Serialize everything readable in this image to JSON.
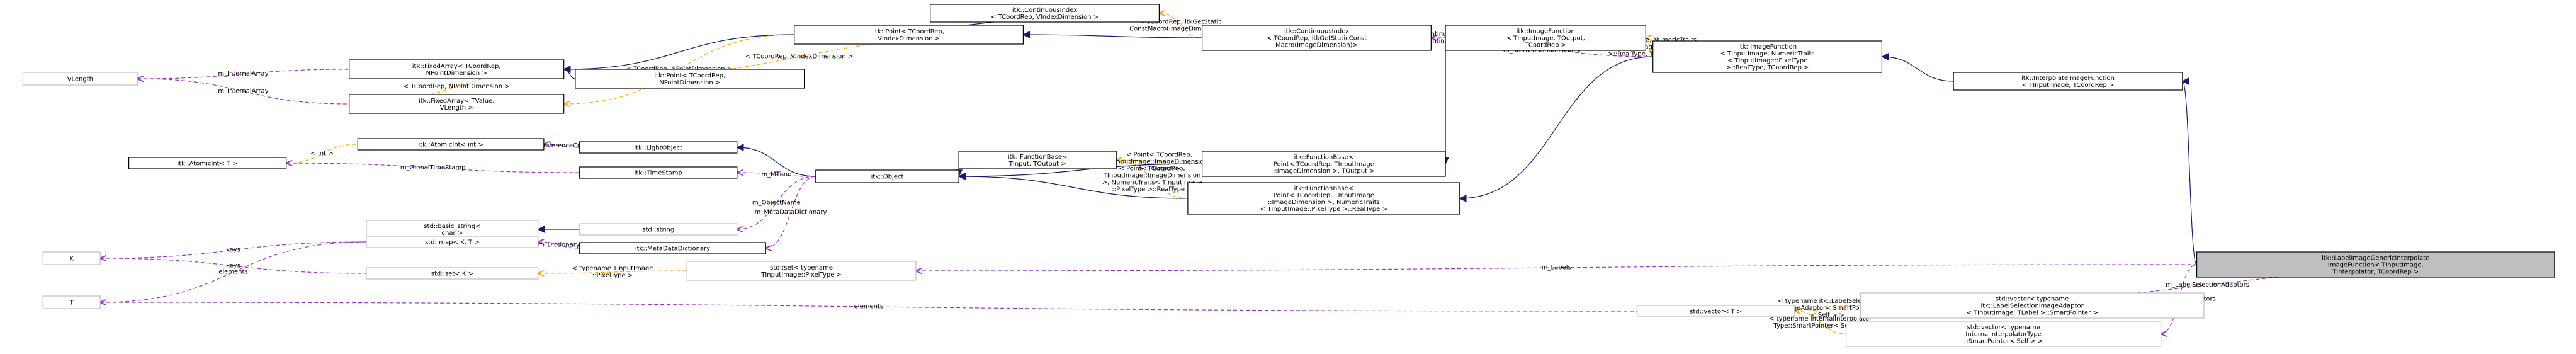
{
  "nodes": [
    {
      "id": "vlength",
      "lines": [
        "VLength"
      ],
      "style": "gray"
    },
    {
      "id": "fixedarray_tc",
      "lines": [
        "itk::FixedArray< TCoordRep,",
        " NPointDimension >"
      ],
      "style": "normal"
    },
    {
      "id": "fixedarray_tv",
      "lines": [
        "itk::FixedArray< TValue,",
        " VLength >"
      ],
      "style": "normal"
    },
    {
      "id": "point_tc_npd",
      "lines": [
        "itk::Point< TCoordRep,",
        " NPointDimension >"
      ],
      "style": "normal"
    },
    {
      "id": "point_tc_vid",
      "lines": [
        "itk::Point< TCoordRep,",
        " VIndexDimension >"
      ],
      "style": "normal"
    },
    {
      "id": "ci_tc_vid",
      "lines": [
        "itk::ContinuousIndex",
        "< TCoordRep, VIndexDimension >"
      ],
      "style": "normal"
    },
    {
      "id": "ci_static",
      "lines": [
        "itk::ContinuousIndex",
        "< TCoordRep, itkGetStaticConst",
        "Macro(ImageDimension)>"
      ],
      "style": "normal"
    },
    {
      "id": "imagefunction_base",
      "lines": [
        "itk::ImageFunction",
        "< TInputImage, TOutput,",
        " TCoordRep >"
      ],
      "style": "normal"
    },
    {
      "id": "imagefunction_nt",
      "lines": [
        "itk::ImageFunction",
        "< TInputImage, NumericTraits",
        "< TInputImage::PixelType",
        " >::RealType, TCoordRep >"
      ],
      "style": "normal"
    },
    {
      "id": "interpolate",
      "lines": [
        "itk::InterpolateImageFunction",
        "< TInputImage, TCoordRep >"
      ],
      "style": "normal"
    },
    {
      "id": "atomicint_int",
      "lines": [
        "itk::AtomicInt< int >"
      ],
      "style": "normal"
    },
    {
      "id": "atomicint_t",
      "lines": [
        "itk::AtomicInt< T >"
      ],
      "style": "normal"
    },
    {
      "id": "lightobject",
      "lines": [
        "itk::LightObject"
      ],
      "style": "normal"
    },
    {
      "id": "timestamp",
      "lines": [
        "itk::TimeStamp"
      ],
      "style": "normal"
    },
    {
      "id": "basic_string",
      "lines": [
        "std::basic_string<",
        " char >"
      ],
      "style": "gray"
    },
    {
      "id": "string",
      "lines": [
        "std::string"
      ],
      "style": "gray"
    },
    {
      "id": "object",
      "lines": [
        "itk::Object"
      ],
      "style": "normal"
    },
    {
      "id": "functionbase_tin",
      "lines": [
        "itk::FunctionBase<",
        " TInput, TOutput >"
      ],
      "style": "normal"
    },
    {
      "id": "functionbase_point_out",
      "lines": [
        "itk::FunctionBase<",
        " Point< TCoordRep, TInputImage",
        "::ImageDimension >, TOutput >"
      ],
      "style": "normal"
    },
    {
      "id": "functionbase_point_nt",
      "lines": [
        "itk::FunctionBase<",
        " Point< TCoordRep, TInputImage",
        "::ImageDimension >, NumericTraits",
        "< TInputImage::PixelType >::RealType >"
      ],
      "style": "normal"
    },
    {
      "id": "k",
      "lines": [
        "K"
      ],
      "style": "gray"
    },
    {
      "id": "map",
      "lines": [
        "std::map< K, T >"
      ],
      "style": "gray"
    },
    {
      "id": "metadatadict",
      "lines": [
        "itk::MetaDataDictionary"
      ],
      "style": "normal"
    },
    {
      "id": "set_k",
      "lines": [
        "std::set< K >"
      ],
      "style": "gray"
    },
    {
      "id": "set_pixel",
      "lines": [
        "std::set< typename",
        " TInputImage::PixelType >"
      ],
      "style": "gray"
    },
    {
      "id": "t",
      "lines": [
        "T"
      ],
      "style": "gray"
    },
    {
      "id": "vector_t",
      "lines": [
        "std::vector< T >"
      ],
      "style": "gray"
    },
    {
      "id": "vector_adaptor",
      "lines": [
        "std::vector< typename",
        " itk::LabelSelectionImageAdaptor",
        "< TInputImage, TLabel >::SmartPointer >"
      ],
      "style": "gray"
    },
    {
      "id": "vector_interp",
      "lines": [
        "std::vector< typename",
        " InternalInterpolatorType",
        "::SmartPointer< Self > >"
      ],
      "style": "gray"
    },
    {
      "id": "label_generic",
      "lines": [
        "itk::LabelImageGenericInterpolate",
        "ImageFunction< TInputImage,",
        " TInterpolator, TCoordRep >"
      ],
      "style": "focus"
    }
  ],
  "edges": [
    {
      "id": "e_vlen_fixed",
      "from": "vlength",
      "to": "fixedarray_tc",
      "kind": "usage",
      "labels": [
        "m_InternalArray"
      ]
    },
    {
      "id": "e_vlen_fixedtv",
      "from": "vlength",
      "to": "fixedarray_tv",
      "kind": "usage",
      "labels": [
        "m_InternalArray"
      ]
    },
    {
      "id": "e_fixedtv_fixedtc",
      "from": "fixedarray_tv",
      "to": "fixedarray_tc",
      "kind": "template",
      "labels": [
        "< TCoordRep, NPointDimension >"
      ]
    },
    {
      "id": "e_fixedtv_pointvid",
      "from": "fixedarray_tv",
      "to": "point_tc_vid",
      "kind": "template",
      "labels": [
        "< TCoordRep, NPointDimension >"
      ]
    },
    {
      "id": "e_fixed_point_npd",
      "from": "fixedarray_tc",
      "to": "point_tc_npd",
      "kind": "inherit",
      "labels": []
    },
    {
      "id": "e_pointnpd_pointvid",
      "from": "point_tc_npd",
      "to": "point_tc_vid",
      "kind": "template",
      "labels": [
        "< TCoordRep, VIndexDimension >"
      ]
    },
    {
      "id": "e_fixed_pointvid",
      "from": "fixedarray_tc",
      "to": "point_tc_vid",
      "kind": "inherit",
      "labels": []
    },
    {
      "id": "e_pointvid_civid",
      "from": "point_tc_vid",
      "to": "ci_tc_vid",
      "kind": "inherit",
      "labels": []
    },
    {
      "id": "e_civid_cistatic",
      "from": "ci_tc_vid",
      "to": "ci_static",
      "kind": "template",
      "labels": [
        "< TCoordRep, itkGetStatic",
        "ConstMacro(ImageDimension) >"
      ]
    },
    {
      "id": "e_pointvid_cistatic",
      "from": "point_tc_vid",
      "to": "ci_static",
      "kind": "inherit",
      "labels": []
    },
    {
      "id": "e_cistatic_imgfunc",
      "from": "ci_static",
      "to": "imagefunction_base",
      "kind": "usage",
      "labels": [
        "m_EndContinuousIndex",
        "m_StartContinuousIndex"
      ]
    },
    {
      "id": "e_imgfunc_nt",
      "from": "imagefunction_base",
      "to": "imagefunction_nt",
      "kind": "template",
      "labels": [
        "< TInputImage, NumericTraits",
        "< TInputImage::PixelType",
        " >::RealType, TCoordRep >"
      ]
    },
    {
      "id": "e_cistatic_nt",
      "from": "ci_static",
      "to": "imagefunction_nt",
      "kind": "usage",
      "labels": [
        "m_EndContinuousIndex",
        "m_StartContinuousIndex"
      ]
    },
    {
      "id": "e_nt_interp",
      "from": "imagefunction_nt",
      "to": "interpolate",
      "kind": "inherit",
      "labels": []
    },
    {
      "id": "e_interp_label",
      "from": "interpolate",
      "to": "label_generic",
      "kind": "inherit",
      "labels": []
    },
    {
      "id": "e_atomicint_light",
      "from": "atomicint_int",
      "to": "lightobject",
      "kind": "usage",
      "labels": [
        "m_ReferenceCount"
      ]
    },
    {
      "id": "e_atomict_atomicint",
      "from": "atomicint_t",
      "to": "atomicint_int",
      "kind": "template",
      "labels": [
        "< int >"
      ]
    },
    {
      "id": "e_atomict_timestamp",
      "from": "atomicint_t",
      "to": "timestamp",
      "kind": "usage",
      "labels": [
        "m_GlobalTimeStamp"
      ]
    },
    {
      "id": "e_light_object",
      "from": "lightobject",
      "to": "object",
      "kind": "inherit",
      "labels": []
    },
    {
      "id": "e_timestamp_object",
      "from": "timestamp",
      "to": "object",
      "kind": "usage",
      "labels": [
        "m_MTime"
      ]
    },
    {
      "id": "e_basicstr_string",
      "from": "basic_string",
      "to": "string",
      "kind": "inherit",
      "labels": []
    },
    {
      "id": "e_string_object",
      "from": "string",
      "to": "object",
      "kind": "usage",
      "labels": [
        "m_ObjectName"
      ]
    },
    {
      "id": "e_metadata_object",
      "from": "metadatadict",
      "to": "object",
      "kind": "usage",
      "labels": [
        "m_MetaDataDictionary"
      ]
    },
    {
      "id": "e_object_fbtin",
      "from": "object",
      "to": "functionbase_tin",
      "kind": "inherit",
      "labels": []
    },
    {
      "id": "e_object_fbout",
      "from": "object",
      "to": "functionbase_point_out",
      "kind": "inherit",
      "labels": []
    },
    {
      "id": "e_object_fbnt",
      "from": "object",
      "to": "functionbase_point_nt",
      "kind": "inherit",
      "labels": []
    },
    {
      "id": "e_fbtin_fbout",
      "from": "functionbase_tin",
      "to": "functionbase_point_out",
      "kind": "template",
      "labels": [
        "< Point< TCoordRep,",
        " TInputImage::ImageDimension",
        " >, TOutput >"
      ]
    },
    {
      "id": "e_fbtin_fbnt",
      "from": "functionbase_tin",
      "to": "functionbase_point_nt",
      "kind": "template",
      "labels": [
        "< Point< TCoordRep,",
        " TInputImage::ImageDimension",
        " >, NumericTraits< TInputImage",
        "::PixelType >::RealType >"
      ]
    },
    {
      "id": "e_fbout_imgfunc",
      "from": "functionbase_point_out",
      "to": "imagefunction_base",
      "kind": "inherit",
      "labels": []
    },
    {
      "id": "e_fbnt_nt",
      "from": "functionbase_point_nt",
      "to": "imagefunction_nt",
      "kind": "inherit",
      "labels": []
    },
    {
      "id": "e_map_metadata",
      "from": "map",
      "to": "metadatadict",
      "kind": "usage",
      "labels": [
        "m_Dictionary"
      ]
    },
    {
      "id": "e_k_map",
      "from": "k",
      "to": "map",
      "kind": "usage",
      "labels": [
        "keys"
      ]
    },
    {
      "id": "e_k_set",
      "from": "k",
      "to": "set_k",
      "kind": "usage",
      "labels": [
        "keys"
      ]
    },
    {
      "id": "e_t_map",
      "from": "t",
      "to": "map",
      "kind": "usage",
      "labels": [
        "elements"
      ]
    },
    {
      "id": "e_setk_setpixel",
      "from": "set_k",
      "to": "set_pixel",
      "kind": "template",
      "labels": [
        "< typename TInputImage",
        "::PixelType >"
      ]
    },
    {
      "id": "e_setpixel_label",
      "from": "set_pixel",
      "to": "label_generic",
      "kind": "usage",
      "labels": [
        "m_Labels"
      ]
    },
    {
      "id": "e_t_vector",
      "from": "t",
      "to": "vector_t",
      "kind": "usage",
      "labels": [
        "elements"
      ]
    },
    {
      "id": "e_vector_adaptor",
      "from": "vector_t",
      "to": "vector_adaptor",
      "kind": "template",
      "labels": [
        "< typename itk::LabelSelection",
        "ImageAdaptor< SmartPointer",
        "< Self > >"
      ]
    },
    {
      "id": "e_vector_interp",
      "from": "vector_t",
      "to": "vector_interp",
      "kind": "template",
      "labels": [
        "< typename InternalInterpolator",
        "Type::SmartPointer< Self > >"
      ]
    },
    {
      "id": "e_adaptor_label",
      "from": "vector_adaptor",
      "to": "label_generic",
      "kind": "usage",
      "labels": [
        "m_LabelSelectionAdaptors"
      ]
    },
    {
      "id": "e_interp_vec_label",
      "from": "vector_interp",
      "to": "label_generic",
      "kind": "usage",
      "labels": [
        "m_InternalInterpolators"
      ]
    }
  ],
  "colors": {
    "inherit": "#191970",
    "usage": "#9a32cd",
    "template": "#ffa500",
    "gray_border": "#bfbfbf",
    "focus_fill": "#bfbfbf"
  }
}
